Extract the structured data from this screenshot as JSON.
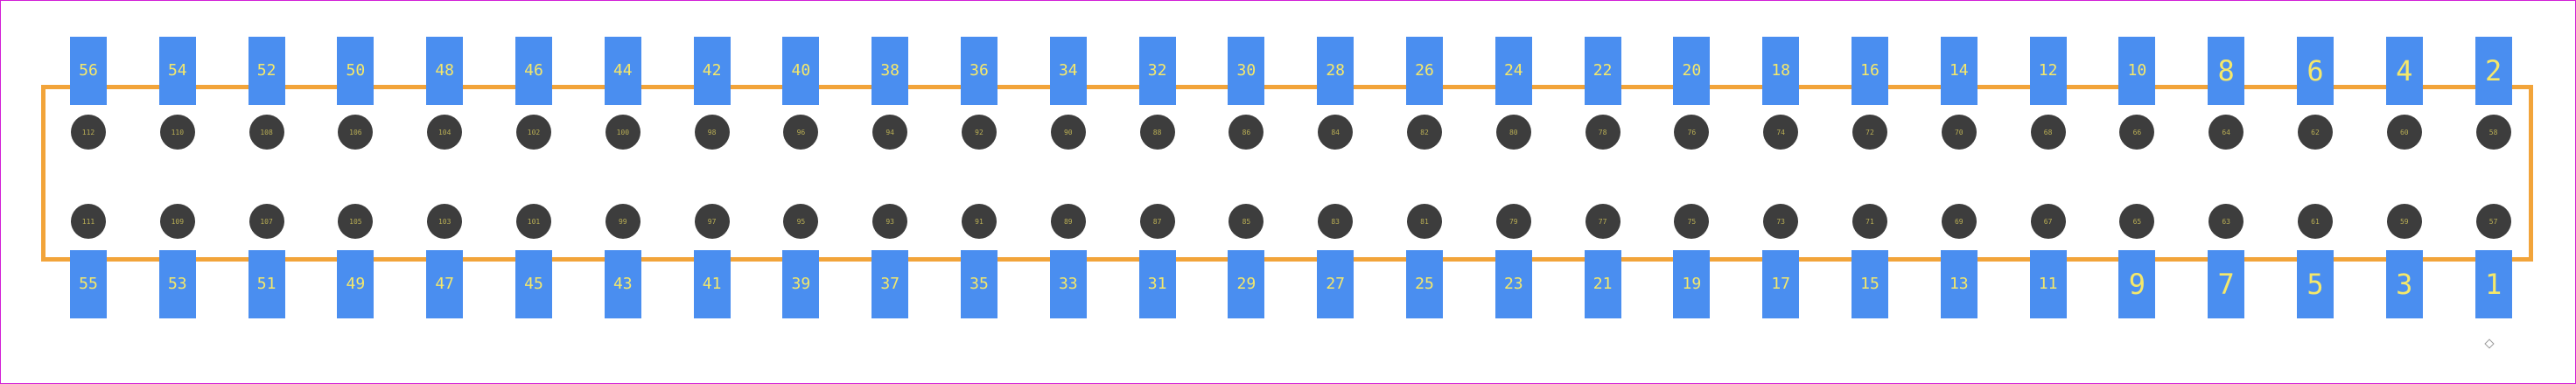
{
  "colors": {
    "frame": "#d21fd6",
    "silkscreen": "#f2a43a",
    "pad": "#4a8ef0",
    "pad_label": "#f5e86a",
    "hole": "#3d3d3d",
    "hole_label": "#b8ad54"
  },
  "top_pads": [
    "56",
    "54",
    "52",
    "50",
    "48",
    "46",
    "44",
    "42",
    "40",
    "38",
    "36",
    "34",
    "32",
    "30",
    "28",
    "26",
    "24",
    "22",
    "20",
    "18",
    "16",
    "14",
    "12",
    "10",
    "8",
    "6",
    "4",
    "2"
  ],
  "bottom_pads": [
    "55",
    "53",
    "51",
    "49",
    "47",
    "45",
    "43",
    "41",
    "39",
    "37",
    "35",
    "33",
    "31",
    "29",
    "27",
    "25",
    "23",
    "21",
    "19",
    "17",
    "15",
    "13",
    "11",
    "9",
    "7",
    "5",
    "3",
    "1"
  ],
  "upper_holes": [
    "112",
    "110",
    "108",
    "106",
    "104",
    "102",
    "100",
    "98",
    "96",
    "94",
    "92",
    "90",
    "88",
    "86",
    "84",
    "82",
    "80",
    "78",
    "76",
    "74",
    "72",
    "70",
    "68",
    "66",
    "64",
    "62",
    "60",
    "58"
  ],
  "lower_holes": [
    "111",
    "109",
    "107",
    "105",
    "103",
    "101",
    "99",
    "97",
    "95",
    "93",
    "91",
    "89",
    "87",
    "85",
    "83",
    "81",
    "79",
    "77",
    "75",
    "73",
    "71",
    "69",
    "67",
    "65",
    "63",
    "61",
    "59",
    "57"
  ]
}
